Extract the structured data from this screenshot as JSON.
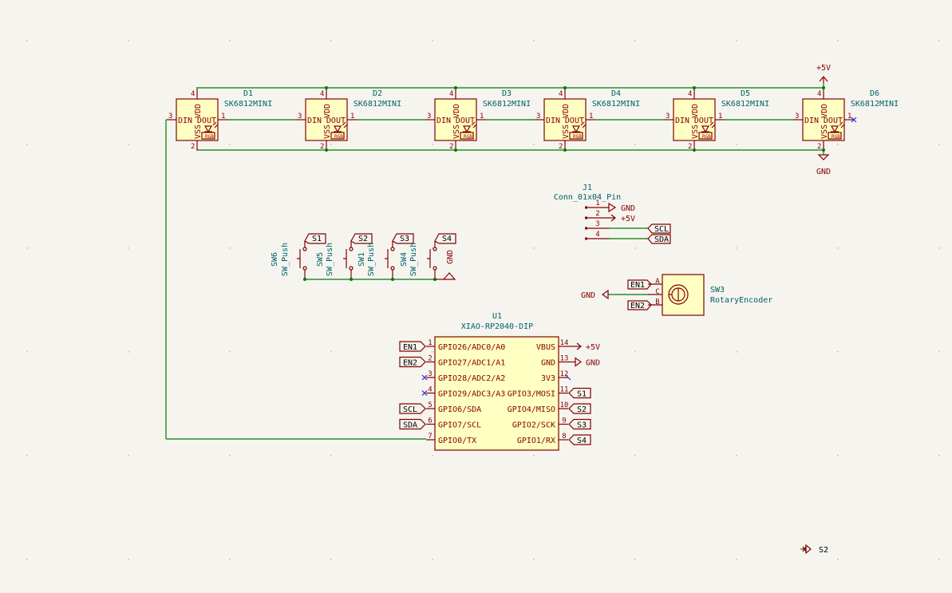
{
  "colors": {
    "background": "#f5f4ef",
    "wire": "#007b00",
    "symbol": "#840000",
    "symbol_fill": "#ffffc2",
    "ref_text": "#00606a",
    "no_connect": "#2a2acb"
  },
  "leds": [
    {
      "ref": "D1",
      "value": "SK6812MINI"
    },
    {
      "ref": "D2",
      "value": "SK6812MINI"
    },
    {
      "ref": "D3",
      "value": "SK6812MINI"
    },
    {
      "ref": "D4",
      "value": "SK6812MINI"
    },
    {
      "ref": "D5",
      "value": "SK6812MINI"
    },
    {
      "ref": "D6",
      "value": "SK6812MINI"
    }
  ],
  "led_pins": {
    "vdd": "VDD",
    "vss": "VSS",
    "din": "DIN",
    "dout": "DOUT",
    "rgb": "RGB",
    "p1": "1",
    "p2": "2",
    "p3": "3",
    "p4": "4"
  },
  "power": {
    "vcc": "+5V",
    "gnd": "GND"
  },
  "connector": {
    "ref": "J1",
    "value": "Conn_01x04_Pin",
    "pins": [
      {
        "num": "1",
        "net": "GND"
      },
      {
        "num": "2",
        "net": "+5V"
      },
      {
        "num": "3",
        "net": "SCL"
      },
      {
        "num": "4",
        "net": "SDA"
      }
    ]
  },
  "switches": [
    {
      "ref": "SW6",
      "value": "SW_Push",
      "label": "S1"
    },
    {
      "ref": "SW5",
      "value": "SW_Push",
      "label": "S2"
    },
    {
      "ref": "SW1",
      "value": "SW_Push",
      "label": "S3"
    },
    {
      "ref": "SW4",
      "value": "SW_Push",
      "label": "S4"
    }
  ],
  "switch_gnd": "GND",
  "encoder": {
    "ref": "SW3",
    "value": "RotaryEncoder",
    "pins": [
      "A",
      "C",
      "B"
    ],
    "labels": [
      "EN1",
      "EN2"
    ],
    "gnd": "GND"
  },
  "mcu": {
    "ref": "U1",
    "value": "XIAO-RP2040-DIP",
    "left": [
      {
        "num": "1",
        "name": "GPIO26/ADC0/A0",
        "label": "EN1"
      },
      {
        "num": "2",
        "name": "GPIO27/ADC1/A1",
        "label": "EN2"
      },
      {
        "num": "3",
        "name": "GPIO28/ADC2/A2",
        "label": ""
      },
      {
        "num": "4",
        "name": "GPIO29/ADC3/A3",
        "label": ""
      },
      {
        "num": "5",
        "name": "GPIO6/SDA",
        "label": "SCL"
      },
      {
        "num": "6",
        "name": "GPIO7/SCL",
        "label": "SDA"
      },
      {
        "num": "7",
        "name": "GPIO0/TX",
        "label": ""
      }
    ],
    "right": [
      {
        "num": "14",
        "name": "VBUS",
        "label": "+5V"
      },
      {
        "num": "13",
        "name": "GND",
        "label": "GND"
      },
      {
        "num": "12",
        "name": "3V3",
        "label": ""
      },
      {
        "num": "11",
        "name": "GPIO3/MOSI",
        "label": "S1"
      },
      {
        "num": "10",
        "name": "GPIO4/MISO",
        "label": "S2"
      },
      {
        "num": "9",
        "name": "GPIO2/SCK",
        "label": "S3"
      },
      {
        "num": "8",
        "name": "GPIO1/RX",
        "label": "S4"
      }
    ]
  },
  "stray_label": "S2"
}
